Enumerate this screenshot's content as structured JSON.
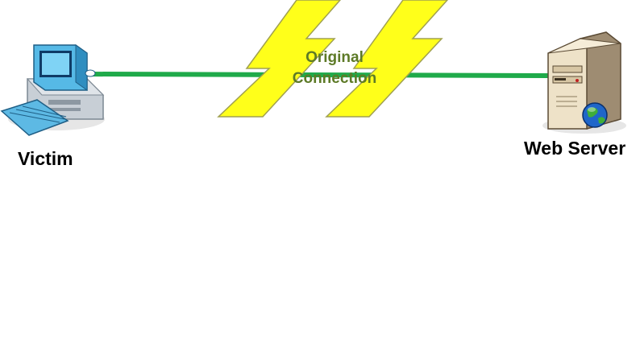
{
  "diagram": {
    "nodes": {
      "victim": {
        "label": "Victim",
        "icon": "desktop-computer-icon"
      },
      "server": {
        "label": "Web Server",
        "icon": "web-server-icon"
      }
    },
    "connection": {
      "line1": "Original",
      "line2": "Connection",
      "line_color": "#1faa4a",
      "label_color": "#5d7a27",
      "break_icon": "lightning-bolt-icon",
      "break_color": "#ffff1a"
    }
  }
}
